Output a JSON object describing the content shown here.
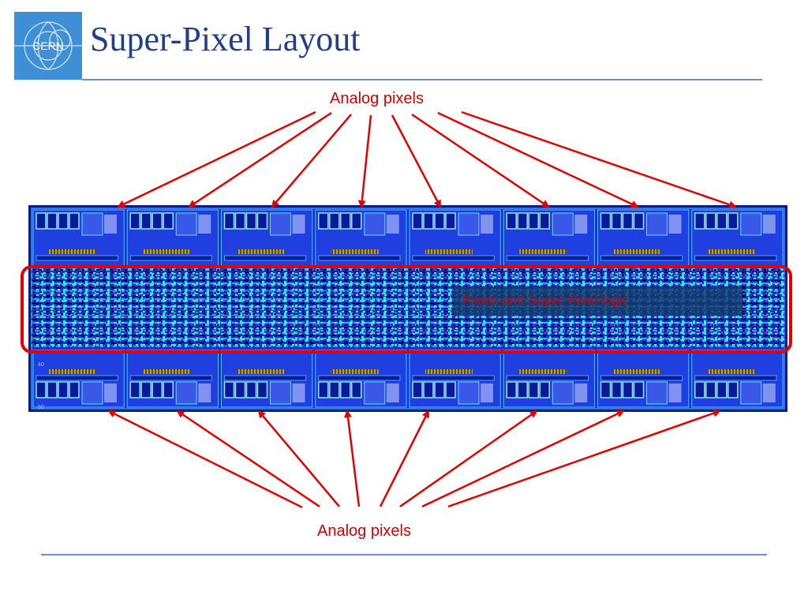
{
  "slide": {
    "title": "Super-Pixel Layout",
    "logo_text": "CERN"
  },
  "labels": {
    "top": "Analog pixels",
    "bottom": "Analog pixels",
    "logic_region": "Pixels and Super-Pixel logic"
  },
  "chip": {
    "pixel_cells_per_row": 8,
    "tick_numbers": [
      "40",
      "50"
    ]
  },
  "colors": {
    "title": "#1f3f8c",
    "accent": "#d40000",
    "rule": "#6e8fc9",
    "layout_base": "#1a2fd0"
  }
}
